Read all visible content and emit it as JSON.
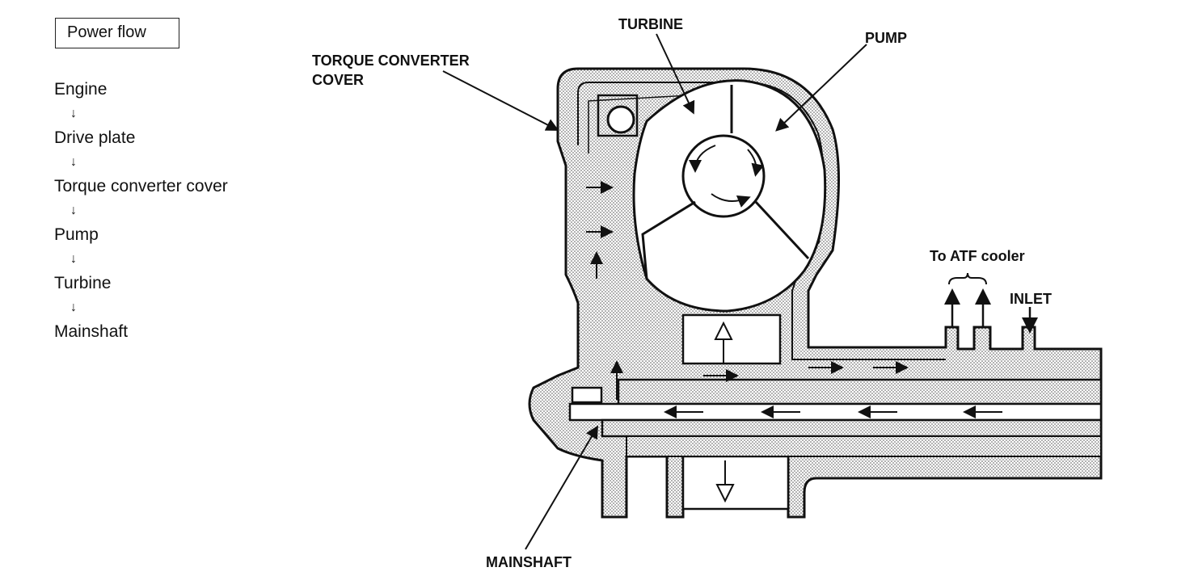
{
  "legend": {
    "title": "Power flow",
    "steps": [
      "Engine",
      "Drive plate",
      "Torque converter cover",
      "Pump",
      "Turbine",
      "Mainshaft"
    ],
    "arrow_glyph": "↓"
  },
  "labels": {
    "turbine": "TURBINE",
    "pump": "PUMP",
    "cover_line1": "TORQUE CONVERTER",
    "cover_line2": "COVER",
    "atf_cooler": "To ATF cooler",
    "inlet": "INLET",
    "mainshaft": "MAINSHAFT"
  },
  "colors": {
    "line": "#111111",
    "fill": "#d9d9d9",
    "oil": "#ffffff"
  }
}
